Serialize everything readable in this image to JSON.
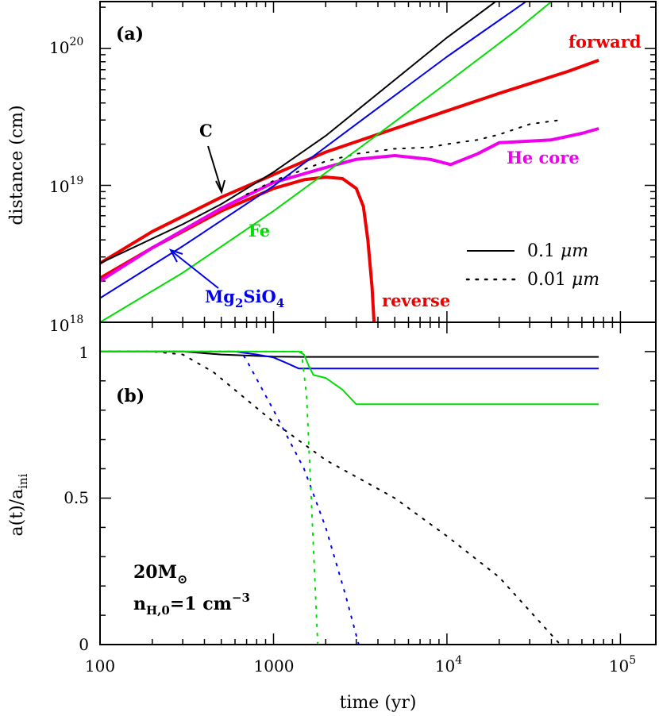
{
  "chart_data": [
    {
      "panel": "(a)",
      "type": "line",
      "xscale": "log",
      "yscale": "log",
      "xlim": [
        100,
        160000
      ],
      "ylim": [
        1e+18,
        2.2e+20
      ],
      "ylabel": "distance (cm)",
      "y_ticks": [
        {
          "value": 1e+18,
          "base": "10",
          "exp": "18"
        },
        {
          "value": 1e+19,
          "base": "10",
          "exp": "19"
        },
        {
          "value": 1e+20,
          "base": "10",
          "exp": "20"
        }
      ],
      "series": [
        {
          "name": "forward",
          "color": "#ee0000",
          "width": 4,
          "dash": "solid",
          "x": [
            100,
            200,
            500,
            1000,
            2000,
            5000,
            10000,
            20000,
            50000,
            75000
          ],
          "y": [
            2.7e+18,
            4.6e+18,
            8.2e+18,
            1.2e+19,
            1.75e+19,
            2.6e+19,
            3.5e+19,
            4.7e+19,
            6.8e+19,
            8.2e+19
          ]
        },
        {
          "name": "reverse",
          "color": "#ee0000",
          "width": 4,
          "dash": "solid",
          "x": [
            100,
            200,
            500,
            1000,
            1500,
            2000,
            2500,
            3000,
            3300,
            3500,
            3700,
            3800
          ],
          "y": [
            2.1e+18,
            3.5e+18,
            6.5e+18,
            9.5e+18,
            1.1e+19,
            1.15e+19,
            1.12e+19,
            9.5e+18,
            7e+18,
            4e+18,
            1.8e+18,
            1e+18
          ]
        },
        {
          "name": "He core",
          "color": "#ee00ee",
          "width": 4,
          "dash": "solid",
          "x": [
            100,
            200,
            500,
            1000,
            2000,
            3000,
            5000,
            8000,
            10500,
            15000,
            20000,
            40000,
            60000,
            75000
          ],
          "y": [
            2e+18,
            3.5e+18,
            6.8e+18,
            1.05e+19,
            1.35e+19,
            1.55e+19,
            1.65e+19,
            1.55e+19,
            1.42e+19,
            1.7e+19,
            2.05e+19,
            2.15e+19,
            2.4e+19,
            2.6e+19
          ]
        },
        {
          "name": "He core (0.01 µm)",
          "color": "#000000",
          "width": 2,
          "dash": "dotted",
          "x": [
            700,
            1000,
            2000,
            3000,
            5000,
            8000,
            10000,
            15000,
            20000,
            30000,
            45000
          ],
          "y": [
            8.6e+18,
            1.08e+19,
            1.5e+19,
            1.7e+19,
            1.85e+19,
            1.9e+19,
            2e+19,
            2.15e+19,
            2.35e+19,
            2.8e+19,
            3e+19
          ]
        },
        {
          "name": "C",
          "color": "#000000",
          "width": 2,
          "dash": "solid",
          "x": [
            100,
            300,
            500,
            1000,
            2000,
            5000,
            10000,
            20000
          ],
          "y": [
            2.7e+18,
            5.2e+18,
            7.3e+18,
            1.25e+19,
            2.3e+19,
            5.9e+19,
            1.2e+20,
            2.3e+20
          ]
        },
        {
          "name": "Mg2SiO4",
          "color": "#0000ee",
          "width": 2,
          "dash": "solid",
          "x": [
            100,
            300,
            1000,
            3000,
            10000,
            30000
          ],
          "y": [
            1.5e+18,
            3.6e+18,
            9.9e+18,
            2.8e+19,
            8.7e+19,
            2.3e+20
          ]
        },
        {
          "name": "Fe",
          "color": "#00dd00",
          "width": 2,
          "dash": "solid",
          "x": [
            100,
            300,
            1000,
            3000,
            10000,
            25000,
            40000
          ],
          "y": [
            1e+18,
            2.3e+18,
            6.5e+18,
            1.8e+19,
            5.6e+19,
            1.35e+20,
            2.2e+20
          ]
        }
      ],
      "annotations": [
        {
          "text": "forward",
          "color": "#ee0000"
        },
        {
          "text": "reverse",
          "color": "#ee0000"
        },
        {
          "text": "He core",
          "color": "#ee00ee"
        },
        {
          "text": "C",
          "color": "#000000"
        },
        {
          "text": "Fe",
          "color": "#00dd00"
        },
        {
          "text_main": "Mg",
          "sub1": "2",
          "mid": "SiO",
          "sub2": "4",
          "color": "#0000ee"
        }
      ],
      "legend": [
        {
          "label": "0.1 ",
          "unit": "μm",
          "dash": "solid"
        },
        {
          "label": "0.01 ",
          "unit": "μm",
          "dash": "dotted"
        }
      ]
    },
    {
      "panel": "(b)",
      "type": "line",
      "xscale": "log",
      "xlim": [
        100,
        160000
      ],
      "ylim": [
        0,
        1.1
      ],
      "xlabel": "time (yr)",
      "ylabel_main": "a(t)/a",
      "ylabel_sub": "ini",
      "x_ticks": [
        {
          "value": 100,
          "label": "100"
        },
        {
          "value": 1000,
          "label": "1000"
        },
        {
          "value": 10000,
          "base": "10",
          "exp": "4"
        },
        {
          "value": 100000,
          "base": "10",
          "exp": "5"
        }
      ],
      "y_ticks": [
        {
          "value": 0,
          "label": "0"
        },
        {
          "value": 0.5,
          "label": "0.5"
        },
        {
          "value": 1,
          "label": "1"
        }
      ],
      "series": [
        {
          "name": "C 0.1 µm",
          "color": "#000000",
          "width": 2,
          "dash": "solid",
          "x": [
            100,
            300,
            500,
            800,
            1000,
            1500,
            2000,
            5000,
            75000
          ],
          "y": [
            1,
            1,
            0.99,
            0.985,
            0.983,
            0.982,
            0.982,
            0.982,
            0.982
          ]
        },
        {
          "name": "C 0.01 µm",
          "color": "#000000",
          "width": 2,
          "dash": "dotted",
          "x": [
            100,
            200,
            300,
            450,
            1000,
            2000,
            5000,
            10000,
            20000,
            45000,
            75000
          ],
          "y": [
            1,
            1,
            0.99,
            0.93,
            0.76,
            0.63,
            0.5,
            0.37,
            0.23,
            0,
            0
          ]
        },
        {
          "name": "Mg2SiO4 0.1 µm",
          "color": "#0000ee",
          "width": 2,
          "dash": "solid",
          "x": [
            100,
            600,
            800,
            1000,
            1200,
            1400,
            2000,
            10000,
            75000
          ],
          "y": [
            1,
            1,
            0.99,
            0.98,
            0.96,
            0.942,
            0.942,
            0.942,
            0.942
          ]
        },
        {
          "name": "Mg2SiO4 0.01 µm",
          "color": "#0000ee",
          "width": 2,
          "dash": "dotted",
          "x": [
            100,
            650,
            700,
            1000,
            1500,
            2000,
            2600,
            3100,
            10000,
            75000
          ],
          "y": [
            1,
            1,
            0.97,
            0.8,
            0.6,
            0.4,
            0.17,
            0,
            0,
            0
          ]
        },
        {
          "name": "Fe 0.1 µm",
          "color": "#00dd00",
          "width": 2,
          "dash": "solid",
          "x": [
            100,
            1400,
            1500,
            1600,
            1700,
            2000,
            2500,
            3000,
            4000,
            75000
          ],
          "y": [
            1,
            1,
            0.99,
            0.95,
            0.92,
            0.91,
            0.87,
            0.82,
            0.82,
            0.82
          ]
        },
        {
          "name": "Fe 0.01 µm",
          "color": "#00dd00",
          "width": 2,
          "dash": "dotted",
          "x": [
            100,
            1450,
            1550,
            1650,
            1800,
            10000,
            75000
          ],
          "y": [
            1,
            1,
            0.85,
            0.5,
            0,
            0,
            0
          ]
        }
      ],
      "annotation": {
        "mass_main": "20M",
        "mass_sub": "⊙",
        "density_main": "n",
        "density_sub": "H,0",
        "density_rest": "=1 cm",
        "density_sup": "−3"
      }
    }
  ]
}
